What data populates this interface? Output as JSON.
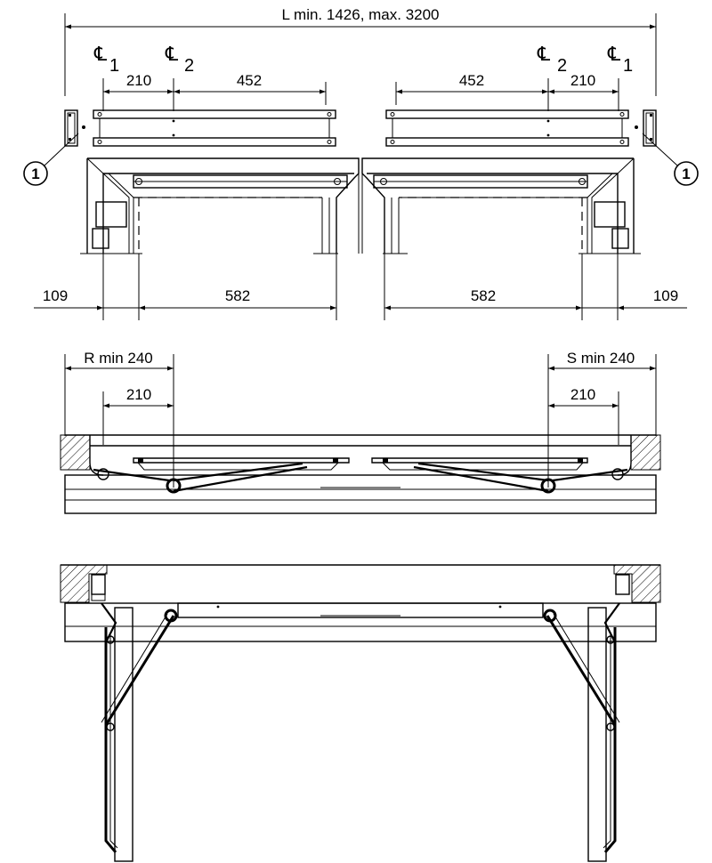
{
  "overall_dimension": "L min. 1426, max. 3200",
  "centerlines": {
    "left_outer": "1",
    "left_inner": "2",
    "right_inner": "2",
    "right_outer": "1"
  },
  "top_view": {
    "dim_left_210": "210",
    "dim_left_452": "452",
    "dim_right_452": "452",
    "dim_right_210": "210",
    "callout_left": "1",
    "callout_right": "1",
    "dim_left_109": "109",
    "dim_left_582": "582",
    "dim_right_582": "582",
    "dim_right_109": "109"
  },
  "middle_view": {
    "r_min": "R min 240",
    "s_min": "S min 240",
    "dim_left_210": "210",
    "dim_right_210": "210"
  }
}
